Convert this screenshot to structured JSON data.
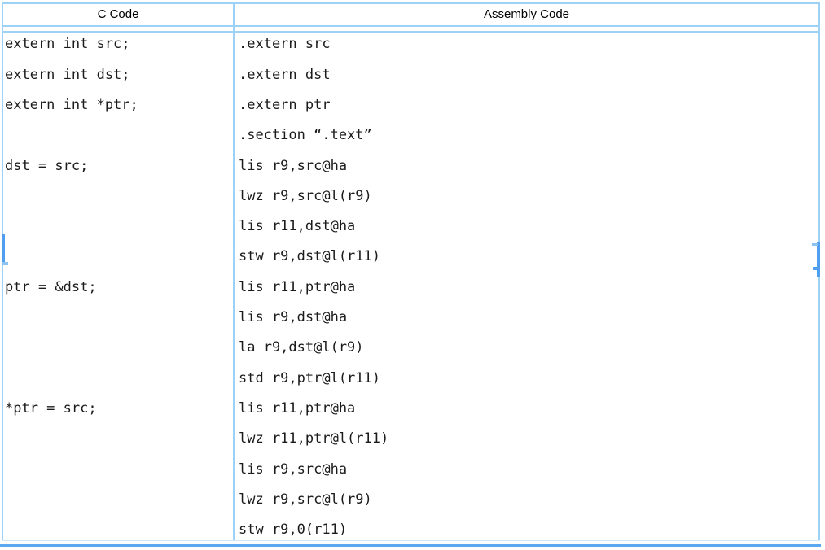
{
  "table": {
    "headers": [
      "C Code",
      "Assembly Code"
    ],
    "rows": [
      {
        "c": "extern int src;",
        "asm": ".extern src"
      },
      {
        "c": "extern int dst;",
        "asm": ".extern dst"
      },
      {
        "c": "extern int *ptr;",
        "asm": ".extern ptr"
      },
      {
        "c": "",
        "asm": ".section “.text”"
      },
      {
        "c": "dst = src;",
        "asm": "lis r9,src@ha"
      },
      {
        "c": "",
        "asm": "lwz r9,src@l(r9)"
      },
      {
        "c": "",
        "asm": "lis r11,dst@ha"
      },
      {
        "c": "",
        "asm": "stw r9,dst@l(r11)"
      },
      {
        "c": "ptr = &dst;",
        "asm": "lis r11,ptr@ha"
      },
      {
        "c": "",
        "asm": "lis r9,dst@ha"
      },
      {
        "c": "",
        "asm": "la r9,dst@l(r9)"
      },
      {
        "c": "",
        "asm": "std r9,ptr@l(r11)"
      },
      {
        "c": "*ptr = src;",
        "asm": "lis r11,ptr@ha"
      },
      {
        "c": "",
        "asm": "lwz r11,ptr@l(r11)"
      },
      {
        "c": "",
        "asm": "lis r9,src@ha"
      },
      {
        "c": "",
        "asm": "lwz r9,src@l(r9)"
      },
      {
        "c": "",
        "asm": "stw r9,0(r11)"
      }
    ],
    "colors": {
      "border_light": "#9dd1f6",
      "border_strong": "#4f9ef0",
      "row_separator": "#e3edf7",
      "text": "#1b1b1b"
    }
  }
}
